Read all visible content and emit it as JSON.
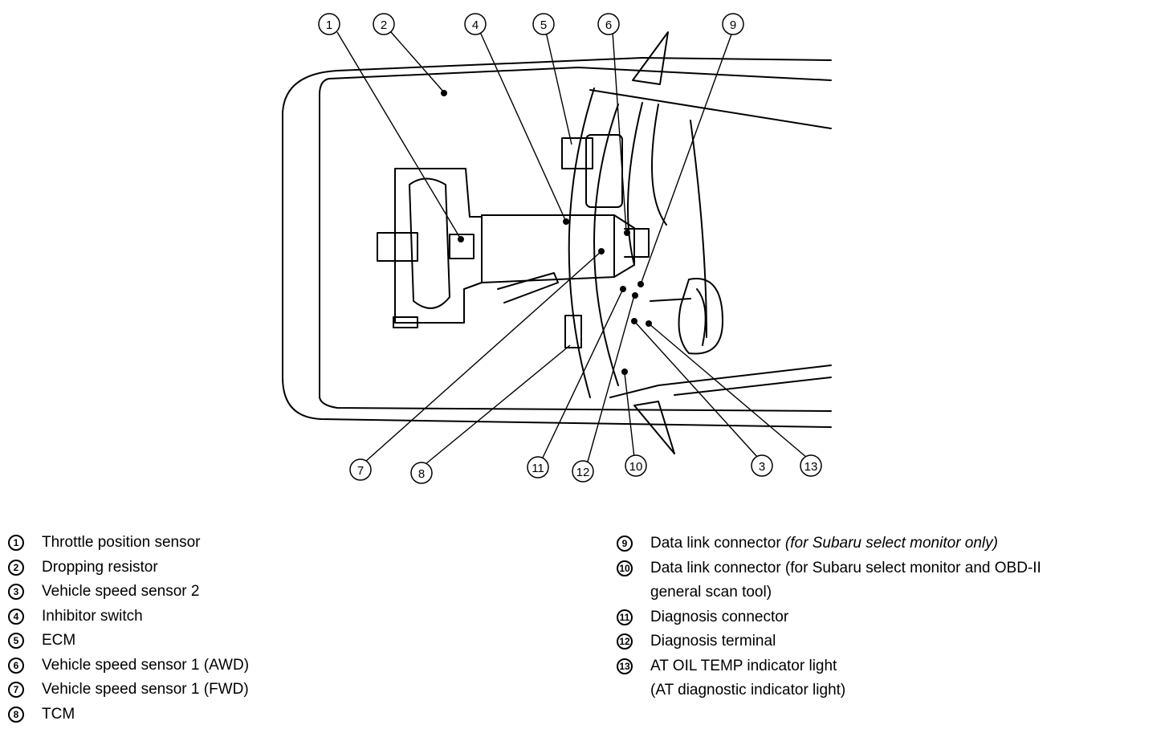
{
  "callout_numbers": [
    "1",
    "2",
    "3",
    "4",
    "5",
    "6",
    "7",
    "8",
    "9",
    "10",
    "11",
    "12",
    "13"
  ],
  "legend_left": [
    {
      "num": "1",
      "label": "Throttle position sensor"
    },
    {
      "num": "2",
      "label": "Dropping resistor"
    },
    {
      "num": "3",
      "label": "Vehicle speed sensor 2"
    },
    {
      "num": "4",
      "label": "Inhibitor switch"
    },
    {
      "num": "5",
      "label": "ECM"
    },
    {
      "num": "6",
      "label": "Vehicle speed sensor 1 (AWD)"
    },
    {
      "num": "7",
      "label": "Vehicle speed sensor 1 (FWD)"
    },
    {
      "num": "8",
      "label": "TCM"
    }
  ],
  "legend_right": [
    {
      "num": "9",
      "label": "Data link connector ",
      "note": "(for Subaru select monitor only)"
    },
    {
      "num": "10",
      "label": "Data link connector (for Subaru select monitor and OBD-II",
      "cont": "general scan tool)"
    },
    {
      "num": "11",
      "label": "Diagnosis connector"
    },
    {
      "num": "12",
      "label": "Diagnosis terminal"
    },
    {
      "num": "13",
      "label": "AT OIL TEMP indicator light",
      "cont": "(AT diagnostic indicator light)"
    }
  ]
}
